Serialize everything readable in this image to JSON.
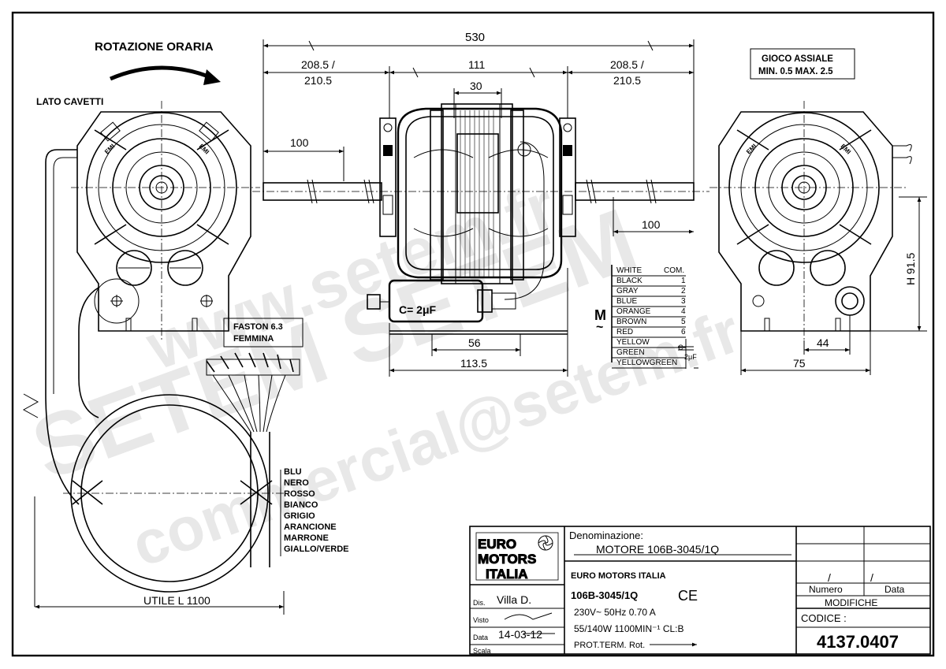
{
  "dims": {
    "total_length": "530",
    "left_side": "208.5 /",
    "left_side2": "210.5",
    "body": "111",
    "right_side": "208.5 /",
    "right_side2": "210.5",
    "core": "30",
    "shaft_left": "100",
    "shaft_right": "100",
    "height": "H 91.5",
    "cap_offset": "56",
    "base_width": "113.5",
    "foot_44": "44",
    "foot_75": "75",
    "cable_length": "UTILE  L 1100"
  },
  "labels": {
    "rotation": "ROTAZIONE ORARIA",
    "cable_side": "LATO CAVETTI",
    "axial_play_1": "GIOCO ASSIALE",
    "axial_play_2": "MIN. 0.5  MAX. 2.5",
    "faston_1": "FASTON  6.3",
    "faston_2": "FEMMINA",
    "capacitor": "C= 2μF",
    "motor_symbol": "M",
    "motor_symbol_ac": "~"
  },
  "wiring": {
    "headers": [
      "WHITE",
      "COM."
    ],
    "rows": [
      {
        "color": "BLACK",
        "num": "1"
      },
      {
        "color": "GRAY",
        "num": "2"
      },
      {
        "color": "BLUE",
        "num": "3"
      },
      {
        "color": "ORANGE",
        "num": "4"
      },
      {
        "color": "BROWN",
        "num": "5"
      },
      {
        "color": "RED",
        "num": "6"
      },
      {
        "color": "YELLOW",
        "num": ""
      },
      {
        "color": "GREEN",
        "num": ""
      },
      {
        "color": "YELLOWGREEN",
        "num": ""
      }
    ],
    "cap_letter": "C",
    "cap_value": "2μF"
  },
  "wires": [
    "BLU",
    "NERO",
    "ROSSO",
    "BIANCO",
    "GRIGIO",
    "ARANCIONE",
    "MARRONE",
    "GIALLO/VERDE"
  ],
  "title_block": {
    "logo": [
      "EURO",
      "MOTORS",
      "ITALIA"
    ],
    "denominazione_label": "Denominazione:",
    "denominazione": "MOTORE  106B-3045/1Q",
    "company": "EURO MOTORS ITALIA",
    "model": "106B-3045/1Q",
    "ce": "CE",
    "spec1": "230V~  50Hz  0.70  A",
    "spec2": "55/140W  1100MIN⁻¹  CL:B",
    "spec3": "PROT.TERM.",
    "rot": "Rot.",
    "dis_label": "Dis.",
    "dis_value": "Villa D.",
    "visto_label": "Visto",
    "data_label": "Data",
    "data_value": "14-03-12",
    "scala_label": "Scala",
    "numero": "Numero",
    "data_col": "Data",
    "modifiche": "MODIFICHE",
    "codice_label": "CODICE  :",
    "codice": "4137.0407",
    "slash": "/"
  },
  "watermark": {
    "line1": "www.setem.fr",
    "line2": "SETEM SETEM",
    "line3": "commercial@setem.fr"
  }
}
